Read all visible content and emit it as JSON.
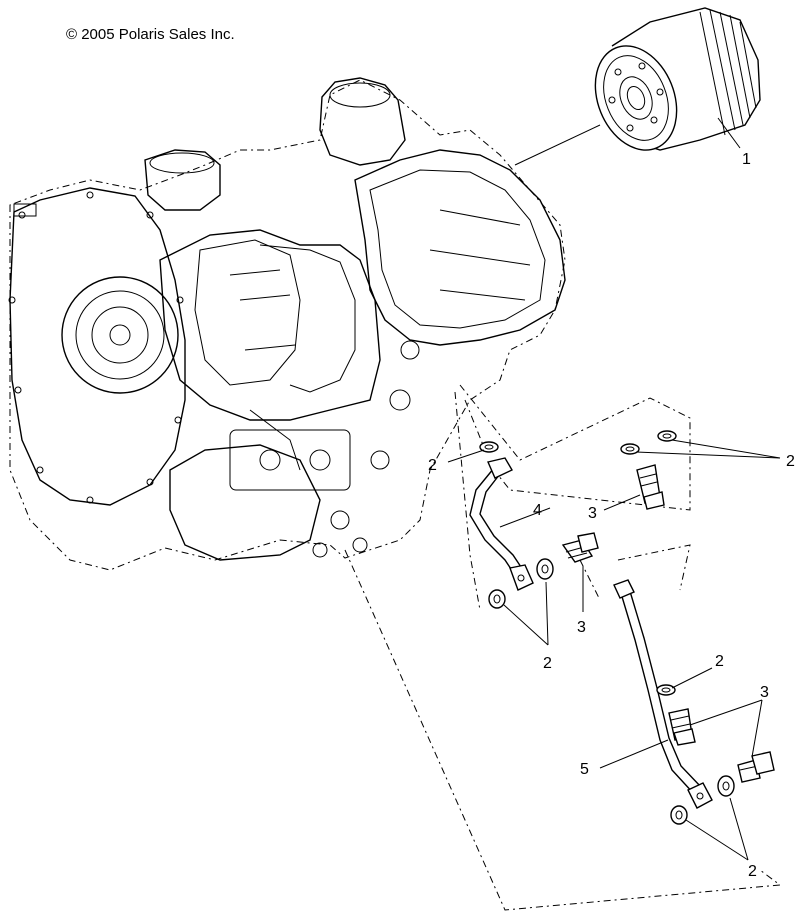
{
  "copyright": "© 2005 Polaris Sales Inc.",
  "callouts": [
    "1",
    "2",
    "2",
    "3",
    "4",
    "3",
    "2",
    "2",
    "3",
    "5",
    "2"
  ]
}
